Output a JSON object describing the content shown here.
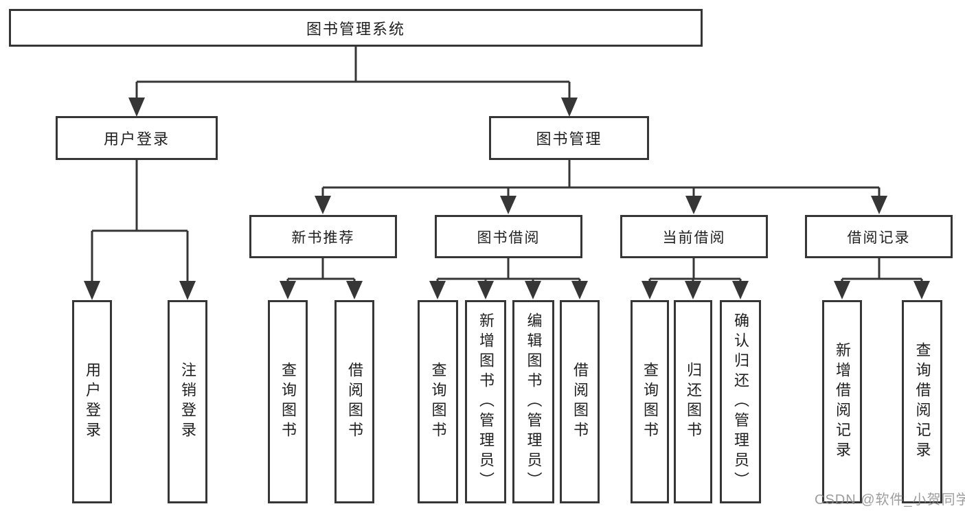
{
  "diagram_title": "图书管理系统",
  "tree": {
    "root": {
      "label": "图书管理系统"
    },
    "branches": [
      {
        "label": "用户登录",
        "children": [
          {
            "label": "用户登录"
          },
          {
            "label": "注销登录"
          }
        ]
      },
      {
        "label": "图书管理",
        "groups": [
          {
            "label": "新书推荐",
            "children": [
              {
                "label": "查询图书"
              },
              {
                "label": "借阅图书"
              }
            ]
          },
          {
            "label": "图书借阅",
            "children": [
              {
                "label": "查询图书"
              },
              {
                "label": "新增图书（管理员）"
              },
              {
                "label": "编辑图书（管理员）"
              },
              {
                "label": "借阅图书"
              }
            ]
          },
          {
            "label": "当前借阅",
            "children": [
              {
                "label": "查询图书"
              },
              {
                "label": "归还图书"
              },
              {
                "label": "确认归还（管理员）"
              }
            ]
          },
          {
            "label": "借阅记录",
            "children": [
              {
                "label": "新增借阅记录"
              },
              {
                "label": "查询借阅记录"
              }
            ]
          }
        ]
      }
    ]
  },
  "watermark": {
    "text": "CSDN @软件_小贺同学"
  },
  "colors": {
    "line": "#363636",
    "text": "#1f1f1f",
    "background": "#ffffff",
    "watermark": "#8c8c8c"
  }
}
